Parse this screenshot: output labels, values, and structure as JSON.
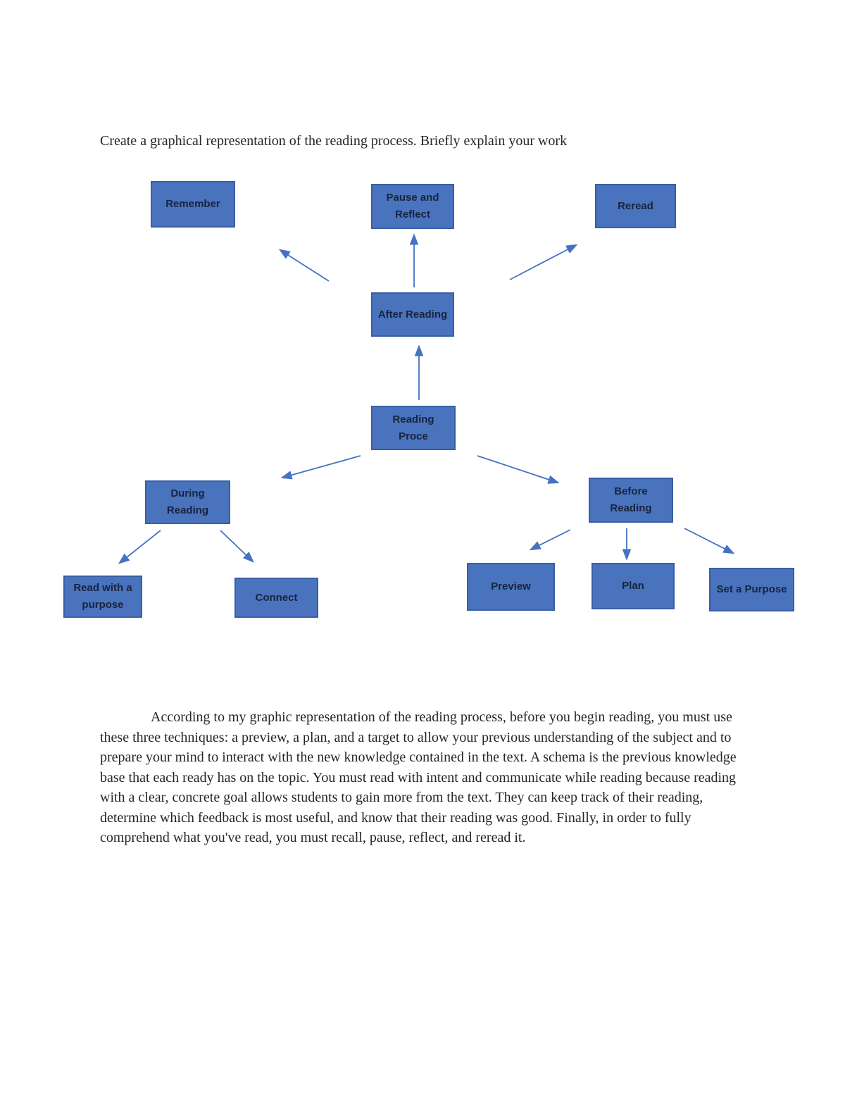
{
  "page": {
    "title": "Create a graphical representation of the reading process. Briefly explain your work"
  },
  "diagram": {
    "nodes": [
      {
        "id": "remember",
        "label": "Remember"
      },
      {
        "id": "pause-and-reflect",
        "label": "Pause and Reflect"
      },
      {
        "id": "reread",
        "label": "Reread"
      },
      {
        "id": "after-reading",
        "label": "After Reading"
      },
      {
        "id": "reading-proce",
        "label": "Reading Proce"
      },
      {
        "id": "during-reading",
        "label": "During Reading"
      },
      {
        "id": "before-reading",
        "label": "Before Reading"
      },
      {
        "id": "read-with-a-purpose",
        "label": "Read with a purpose"
      },
      {
        "id": "connect",
        "label": "Connect"
      },
      {
        "id": "preview",
        "label": "Preview"
      },
      {
        "id": "plan",
        "label": "Plan"
      },
      {
        "id": "set-a-purpose",
        "label": "Set a Purpose"
      }
    ],
    "colors": {
      "box_fill": "#4a73be",
      "box_border": "#3a5ea6",
      "box_text": "#18243c",
      "arrow": "#4472c4"
    }
  },
  "body_paragraph": "According to my graphic representation of the reading process, before you begin reading, you must use these three techniques: a preview, a plan, and a target to allow your previous understanding of the subject and to prepare your mind to interact with the new knowledge contained in the text. A schema is the previous knowledge base that each ready has on the topic. You must read with intent and communicate while reading because reading with a clear, concrete goal allows students to gain more from the text. They can keep track of their reading, determine which feedback is most useful, and know that their reading was good. Finally, in order to fully comprehend what you've read, you must recall, pause, reflect, and reread it."
}
